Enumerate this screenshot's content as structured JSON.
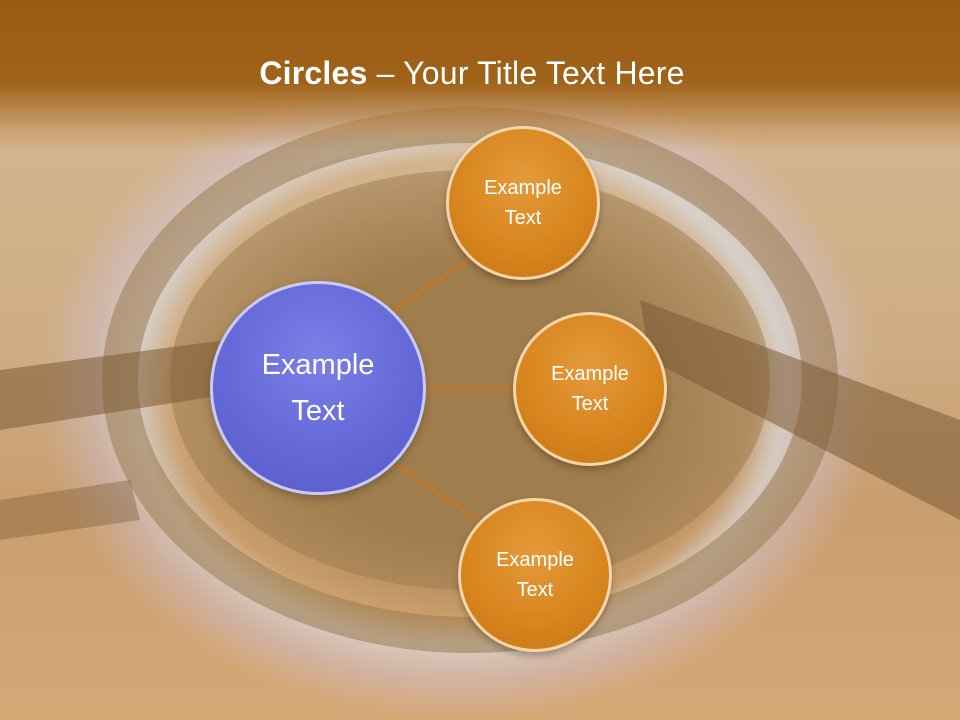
{
  "title": {
    "bold": "Circles",
    "rest": " – Your Title Text Here"
  },
  "circles": {
    "main": {
      "line1": "Example",
      "line2": "Text"
    },
    "top": {
      "line1": "Example",
      "line2": "Text"
    },
    "middle": {
      "line1": "Example",
      "line2": "Text"
    },
    "bottom": {
      "line1": "Example",
      "line2": "Text"
    }
  },
  "colors": {
    "title_band": "#9a5a12",
    "main_circle": "#6569d8",
    "small_circle": "#d8861f",
    "connector": "#c8781c"
  }
}
